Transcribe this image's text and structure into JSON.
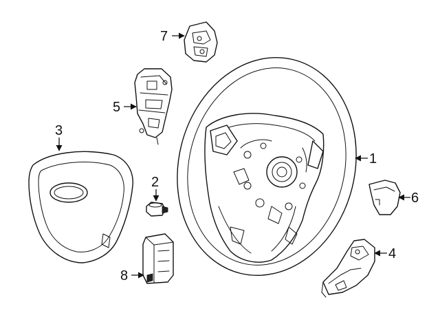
{
  "callouts": [
    {
      "id": "1",
      "label": "1",
      "part": "steering-wheel"
    },
    {
      "id": "2",
      "label": "2",
      "part": "mounting-bolt"
    },
    {
      "id": "3",
      "label": "3",
      "part": "air-bag-module"
    },
    {
      "id": "4",
      "label": "4",
      "part": "lower-cover"
    },
    {
      "id": "5",
      "label": "5",
      "part": "switch-left"
    },
    {
      "id": "6",
      "label": "6",
      "part": "trim-cover"
    },
    {
      "id": "7",
      "label": "7",
      "part": "switch-cover"
    },
    {
      "id": "8",
      "label": "8",
      "part": "clockspring-connector"
    }
  ],
  "colors": {
    "line": "#111111",
    "background": "#ffffff"
  }
}
